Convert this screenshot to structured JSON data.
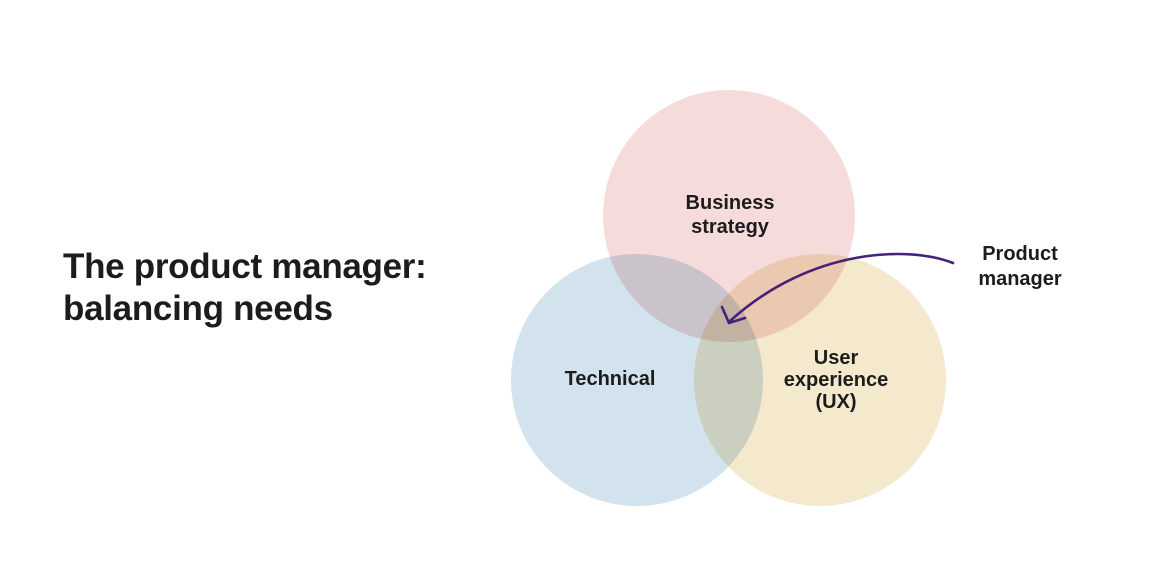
{
  "slide": {
    "background_color": "#ffffff",
    "text_color": "#1c1c1c"
  },
  "title": {
    "text": "The product manager:\nbalancing needs"
  },
  "venn": {
    "circles": [
      {
        "label": "Business\nstrategy",
        "color": "#f6dbdb"
      },
      {
        "label": "Technical",
        "color": "#d3e3ee"
      },
      {
        "label": "User\nexperience\n(UX)",
        "color": "#f4e9cd"
      }
    ],
    "overlap_note": "circles overlap at center"
  },
  "annotation": {
    "label": "Product\nmanager",
    "arrow_color": "#44217a"
  }
}
